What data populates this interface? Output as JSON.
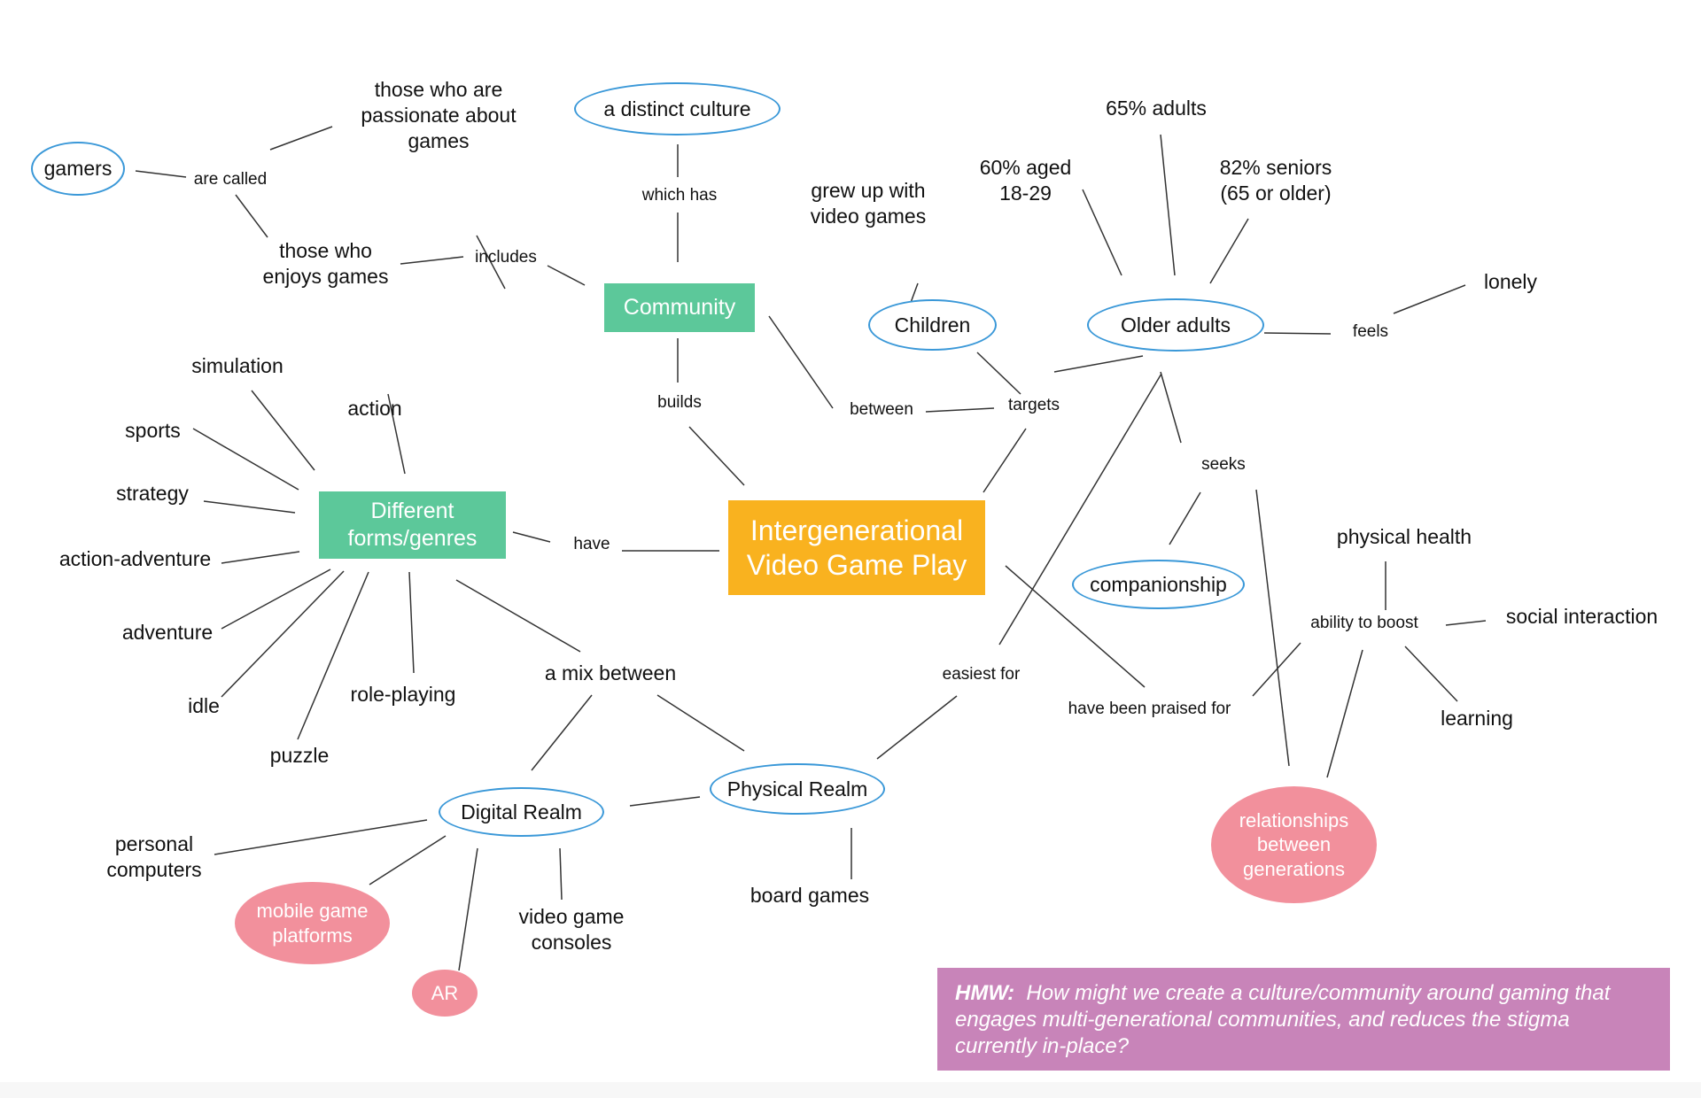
{
  "center": "Intergenerational\nVideo Game Play",
  "nodes": {
    "community": "Community",
    "genres": "Different\nforms/genres",
    "gamers": "gamers",
    "are_called": "are called",
    "passionate": "those who are\npassionate about\ngames",
    "enjoys": "those who\nenjoys games",
    "includes": "includes",
    "distinct_culture": "a distinct culture",
    "which_has": "which has",
    "grew_up": "grew up with\nvideo games",
    "children": "Children",
    "aged_60": "60% aged\n18-29",
    "adults_65": "65% adults",
    "seniors_82": "82% seniors\n(65 or older)",
    "older_adults": "Older adults",
    "lonely": "lonely",
    "feels": "feels",
    "builds": "builds",
    "between": "between",
    "targets": "targets",
    "seeks": "seeks",
    "companionship": "companionship",
    "physical_health": "physical health",
    "ability_to_boost": "ability to boost",
    "social_interaction": "social interaction",
    "learning": "learning",
    "have_been_praised": "have been praised for",
    "easiest_for": "easiest for",
    "relationships": "relationships\nbetween\ngenerations",
    "simulation": "simulation",
    "action": "action",
    "sports": "sports",
    "strategy": "strategy",
    "action_adventure": "action-adventure",
    "adventure": "adventure",
    "idle": "idle",
    "role_playing": "role-playing",
    "puzzle": "puzzle",
    "have": "have",
    "a_mix_between": "a mix between",
    "digital_realm": "Digital Realm",
    "physical_realm": "Physical Realm",
    "personal_computers": "personal\ncomputers",
    "mobile_platforms": "mobile game\nplatforms",
    "ar": "AR",
    "video_game_consoles": "video game\nconsoles",
    "board_games": "board games"
  },
  "hmw": {
    "label": "HMW:",
    "text": "How might we create a culture/community around gaming that engages multi-generational communities, and reduces the stigma currently in-place?"
  },
  "colors": {
    "center": "#f9b21f",
    "category": "#5cc89a",
    "highlight": "#f2909c",
    "oval_border": "#3a98d8",
    "hmw_box": "#c884b9"
  }
}
